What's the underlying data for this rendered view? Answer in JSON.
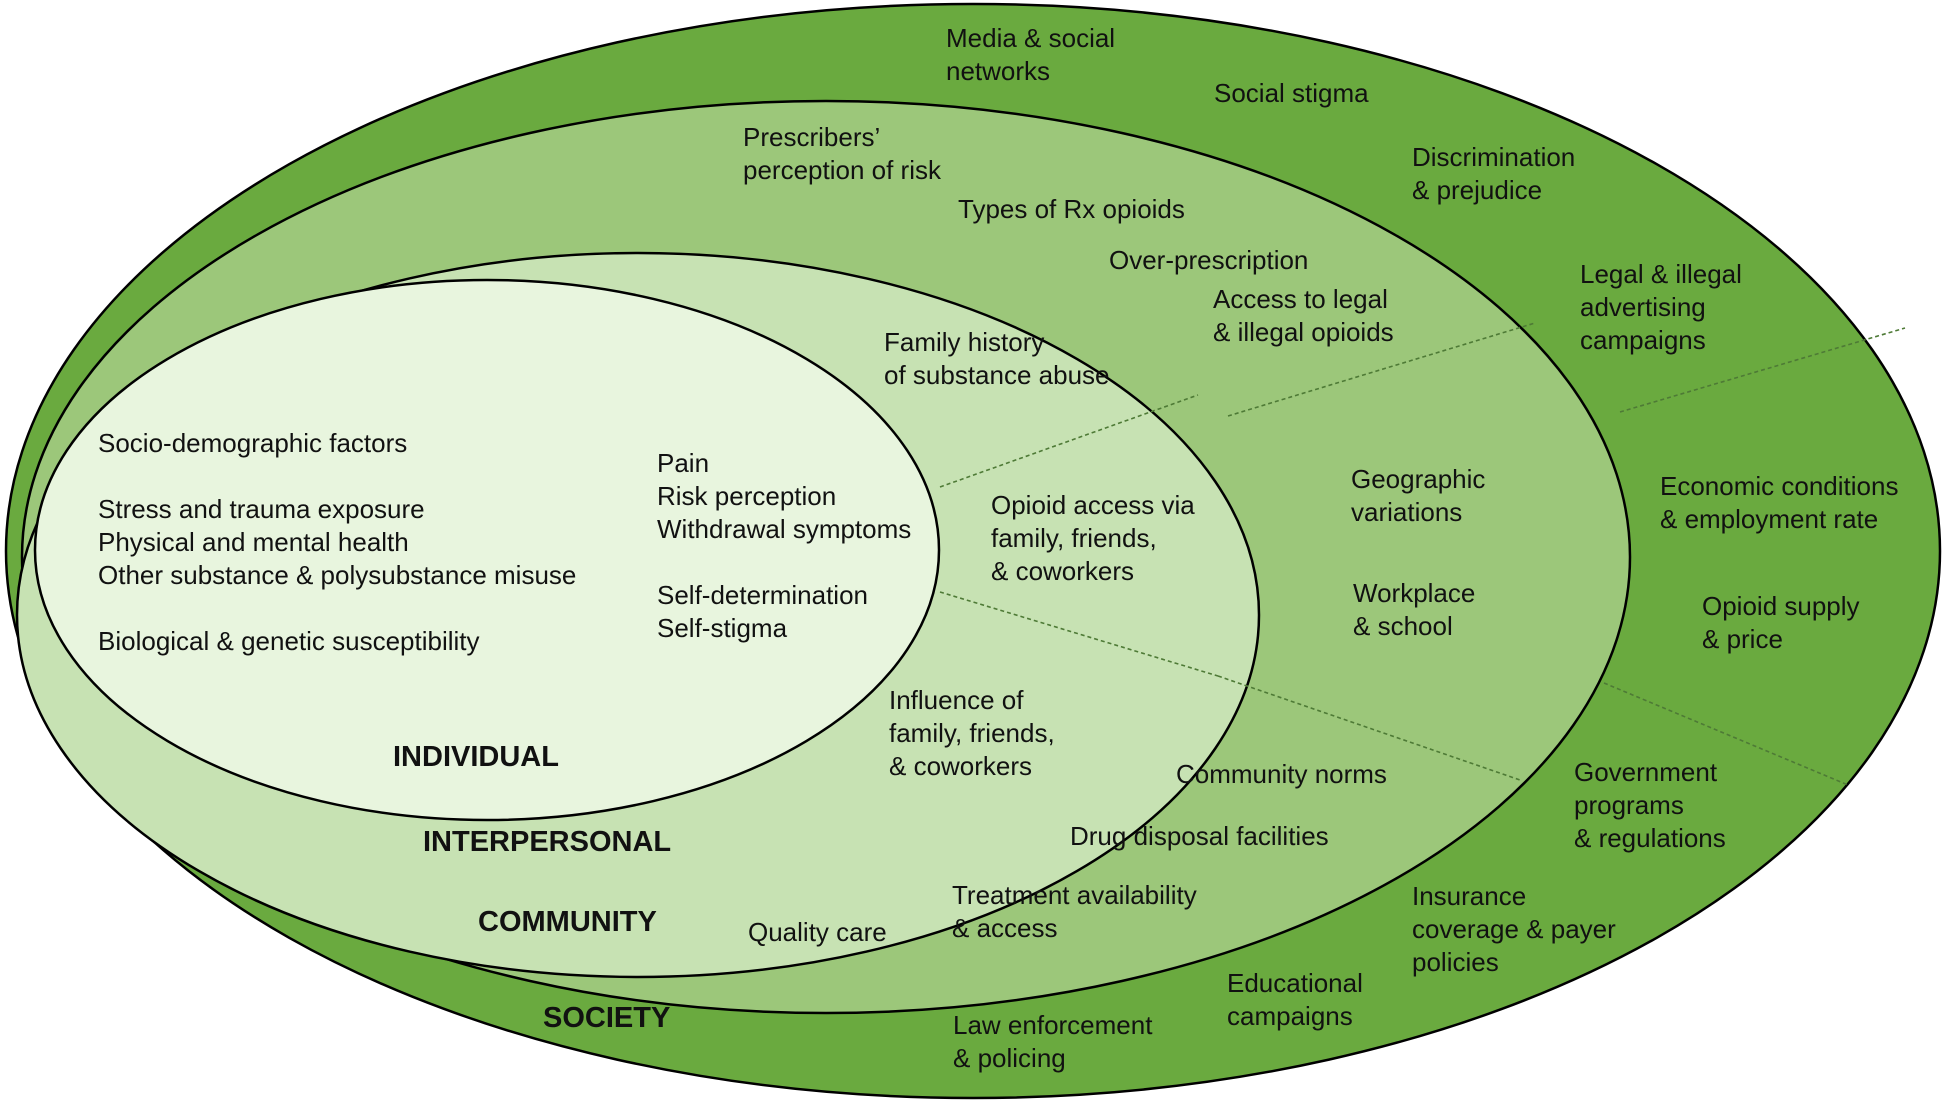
{
  "colors": {
    "society": "#6AAA3F",
    "community": "#9CC77A",
    "interpersonal": "#C7E2B3",
    "individual": "#E8F5DE",
    "outline": "#000000",
    "divider": "#4E7A36"
  },
  "levels": {
    "individual": "INDIVIDUAL",
    "interpersonal": "INTERPERSONAL",
    "community": "COMMUNITY",
    "society": "SOCIETY"
  },
  "individual": {
    "sociodemographic": "Socio-demographic factors",
    "stress": "Stress and trauma exposure",
    "health": "Physical and mental health",
    "substance": "Other substance & polysubstance misuse",
    "biological": "Biological & genetic susceptibility",
    "pain": "Pain",
    "risk": "Risk perception",
    "withdrawal": "Withdrawal symptoms",
    "selfdetermination": "Self-determination",
    "selfstigma": "Self-stigma"
  },
  "interpersonal": {
    "family_history": [
      "Family history",
      "of substance abuse"
    ],
    "opioid_access": [
      "Opioid access via",
      "family, friends,",
      "& coworkers"
    ],
    "influence": [
      "Influence of",
      "family, friends,",
      "& coworkers"
    ]
  },
  "community": {
    "prescribers": [
      "Prescribers’",
      "perception of risk"
    ],
    "types_rx": "Types of Rx opioids",
    "overprescription": "Over-prescription",
    "access_legal": [
      "Access to legal",
      "& illegal opioids"
    ],
    "geographic": [
      "Geographic",
      "variations"
    ],
    "workplace": [
      "Workplace",
      "& school"
    ],
    "community_norms": "Community norms",
    "disposal": "Drug disposal facilities",
    "treatment": [
      "Treatment availability",
      "& access"
    ],
    "quality_care": "Quality care"
  },
  "society": {
    "media": [
      "Media & social",
      "networks"
    ],
    "stigma": "Social stigma",
    "discrimination": [
      "Discrimination",
      "& prejudice"
    ],
    "advertising": [
      "Legal & illegal",
      "advertising",
      "campaigns"
    ],
    "economic": [
      "Economic conditions",
      "& employment rate"
    ],
    "supply": [
      "Opioid supply",
      "& price"
    ],
    "government": [
      "Government",
      "programs",
      "& regulations"
    ],
    "insurance": [
      "Insurance",
      "coverage & payer",
      "policies"
    ],
    "educational": [
      "Educational",
      "campaigns"
    ],
    "law": [
      "Law enforcement",
      "& policing"
    ]
  }
}
